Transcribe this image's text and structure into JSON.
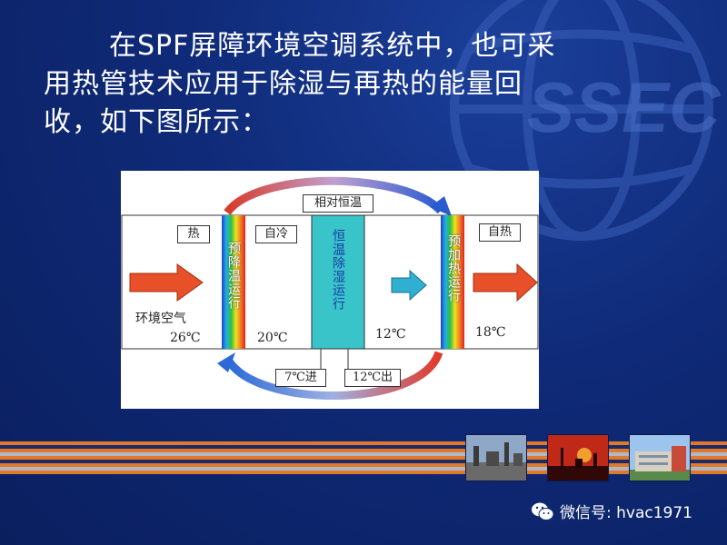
{
  "slide": {
    "title_line1": "在SPF屏障环境空调系统中，也可采",
    "title_line2": "用热管技术应用于除湿与再热的能量回",
    "title_line3": "收，如下图所示：",
    "watermark_text": "SSEC"
  },
  "diagram": {
    "top_box": "相对恒温",
    "left_box": "热",
    "mid_box": "自冷",
    "right_box": "自热",
    "precool_bar": "预降温运行",
    "center_bar": "恒温除湿运行",
    "reheat_bar": "预加热运行",
    "ambient_label": "环境空气",
    "temp_26": "26℃",
    "temp_20": "20℃",
    "temp_12": "12℃",
    "temp_18": "18℃",
    "inlet_box": "7℃进",
    "outlet_box": "12℃出"
  },
  "footer": {
    "wechat_label": "微信号: hvac1971"
  },
  "colors": {
    "background": "#0f2a78",
    "stripe_orange": "#e07a2a",
    "center_bar": "#38c4c8",
    "arrow_red": "#e8502a",
    "arrow_blue": "#2a6ad8"
  }
}
